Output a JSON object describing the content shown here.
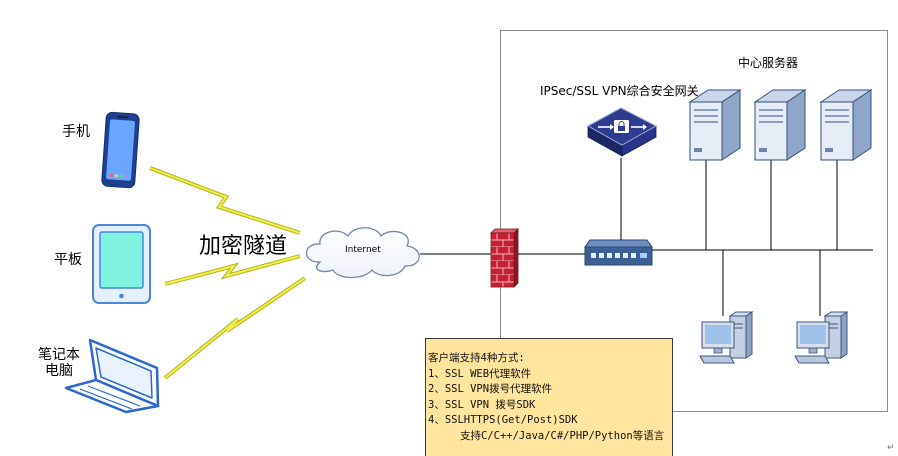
{
  "clients": {
    "phone_label": "手机",
    "tablet_label": "平板",
    "laptop_label_line1": "笔记本",
    "laptop_label_line2": "电脑"
  },
  "tunnel_label": "加密隧道",
  "internet_label": "Internet",
  "gateway_label": "IPSec/SSL VPN综合安全网关",
  "servers_label": "中心服务器",
  "note": {
    "lines": [
      "客户端支持4种方式:",
      "1、SSL WEB代理软件",
      "2、SSL VPN拨号代理软件",
      "3、SSL VPN 拨号SDK",
      "4、SSLHTTPS(Get/Post)SDK",
      "支持C/C++/Java/C#/PHP/Python等语言"
    ]
  },
  "corner_mark": "↵",
  "icons": {
    "phone": "phone-icon",
    "tablet": "tablet-icon",
    "laptop": "laptop-icon",
    "internet": "cloud-icon",
    "firewall": "firewall-icon",
    "switch": "switch-icon",
    "gateway": "vpn-gateway-icon",
    "server": "server-icon",
    "pc": "desktop-pc-icon"
  },
  "colors": {
    "note_fill": "#ffe59d",
    "firewall_red": "#c62033",
    "lightning_inner": "#f2ef4e",
    "lightning_outer": "#b3b214",
    "device_blue": "#2a67cf",
    "gateway_navy": "#2d3c8e"
  }
}
